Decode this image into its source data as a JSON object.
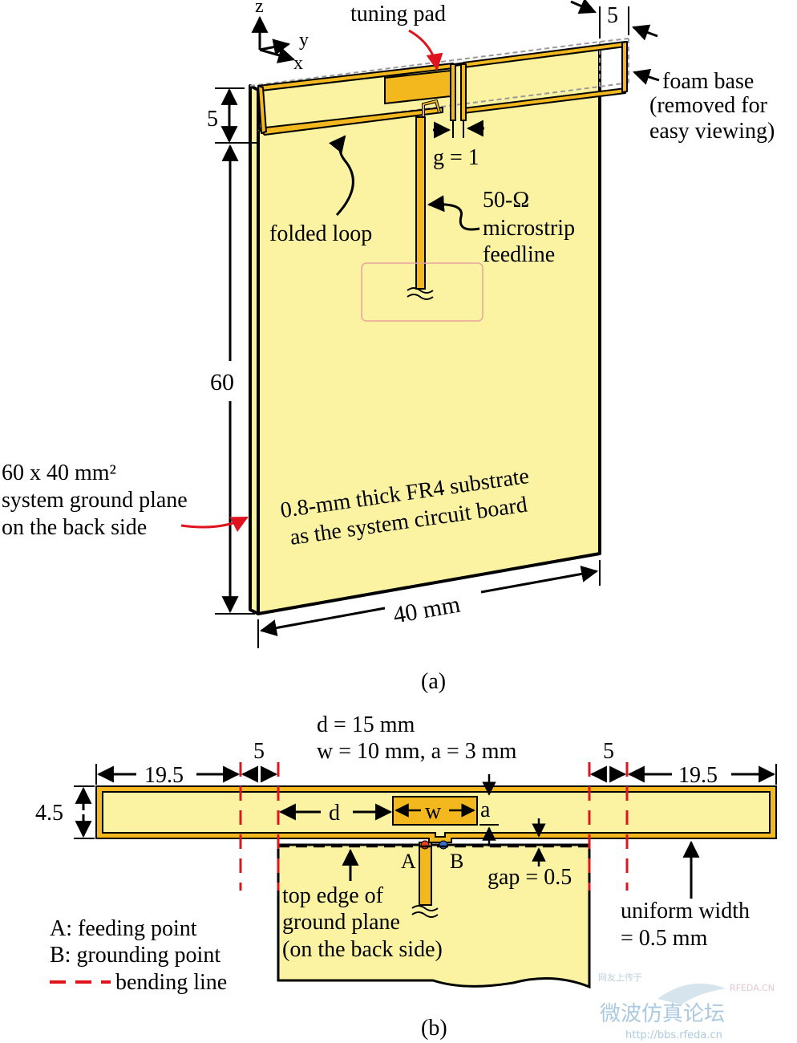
{
  "colors": {
    "substrate": "#fbf3a2",
    "copper": "#f2b81e",
    "outline": "#000000",
    "arrow_red": "#e0141e",
    "bend_red": "#e0141e",
    "highlight_box": "#e8a59f",
    "feed_point": "#e3411c",
    "ground_point": "#3a6fd1",
    "watermark_blue": "#8fb8d8"
  },
  "fig_a": {
    "axes": {
      "z": "z",
      "y": "y",
      "x": "x"
    },
    "tuning_pad": "tuning pad",
    "dim_top_5": "5",
    "foam_base": [
      "foam base",
      "(removed for",
      "easy viewing)"
    ],
    "dim_left_5": "5",
    "gap": "g = 1",
    "folded_loop": "folded loop",
    "feedline": [
      "50-Ω",
      "microstrip",
      "feedline"
    ],
    "dim_60": "60",
    "ground_plane": [
      "60 x 40 mm²",
      "system ground plane",
      "on the back side"
    ],
    "substrate": [
      "0.8-mm thick FR4 substrate",
      "as the system circuit board"
    ],
    "dim_40": "40 mm",
    "caption": "(a)"
  },
  "fig_b": {
    "params": [
      "d = 15 mm",
      "w = 10 mm, a = 3 mm"
    ],
    "dim_19_5_left": "19.5",
    "dim_5_left": "5",
    "dim_5_right": "5",
    "dim_19_5_right": "19.5",
    "dim_4_5": "4.5",
    "d": "d",
    "w": "w",
    "a": "a",
    "point_a": "A",
    "point_b": "B",
    "gap": "gap = 0.5",
    "top_edge": [
      "top edge of",
      "ground plane",
      "(on the back side)"
    ],
    "uniform_width": [
      "uniform width",
      "= 0.5 mm"
    ],
    "legend": [
      "A: feeding point",
      "B: grounding point",
      "bending line"
    ],
    "caption": "(b)"
  },
  "watermark": {
    "line1": "网友上传于",
    "brand": "RFEDA.CN",
    "title": "微波仿真论坛",
    "url": "http://bbs.rfeda.cn"
  }
}
